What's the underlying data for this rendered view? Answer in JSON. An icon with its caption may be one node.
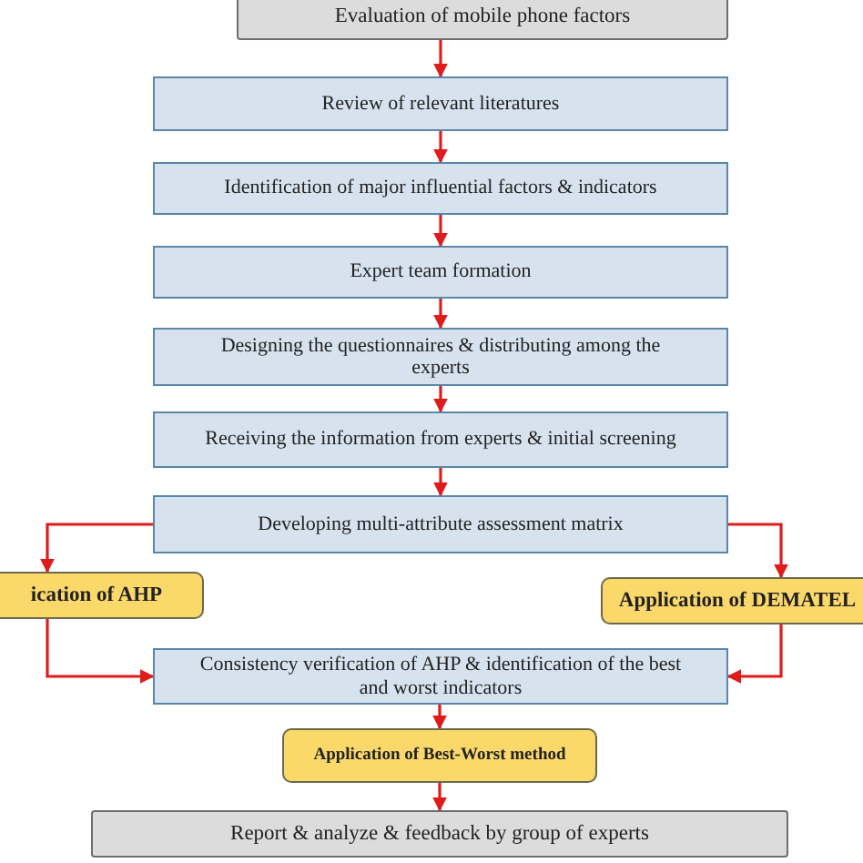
{
  "diagram": {
    "nodes": [
      {
        "text": [
          "Evaluation of mobile phone factors"
        ]
      },
      {
        "text": [
          "Review of relevant literatures"
        ]
      },
      {
        "text": [
          "Identification of major influential factors & indicators"
        ]
      },
      {
        "text": [
          "Expert team formation"
        ]
      },
      {
        "text": [
          "Designing the questionnaires & distributing among the experts"
        ]
      },
      {
        "text": [
          "Receiving the information from experts & initial screening"
        ]
      },
      {
        "text": [
          "Developing multi-attribute assessment matrix"
        ]
      },
      {
        "text": [
          "ication of AHP"
        ]
      },
      {
        "text": [
          "Application of DEMATEL"
        ]
      },
      {
        "text": [
          "Consistency verification of AHP & identification of the best and worst indicators"
        ]
      },
      {
        "text": [
          "Application of Best-Worst method"
        ]
      },
      {
        "text": [
          "Report & analyze & feedback by group of experts"
        ]
      }
    ],
    "edges": [
      {
        "from": 0,
        "to": 1,
        "arrow": "to"
      },
      {
        "from": 1,
        "to": 2,
        "arrow": "to"
      },
      {
        "from": 2,
        "to": 3,
        "arrow": "to"
      },
      {
        "from": 3,
        "to": 4,
        "arrow": "to"
      },
      {
        "from": 4,
        "to": 5,
        "arrow": "to"
      },
      {
        "from": 5,
        "to": 6,
        "arrow": "to"
      },
      {
        "from": 6,
        "to": 7,
        "arrow": "to"
      },
      {
        "from": 6,
        "to": 8,
        "arrow": "to"
      },
      {
        "from": 7,
        "to": 9,
        "arrow": "to"
      },
      {
        "from": 8,
        "to": 9,
        "arrow": "to"
      },
      {
        "from": 9,
        "to": 10,
        "arrow": "to"
      },
      {
        "from": 10,
        "to": 11,
        "arrow": "to"
      }
    ]
  }
}
